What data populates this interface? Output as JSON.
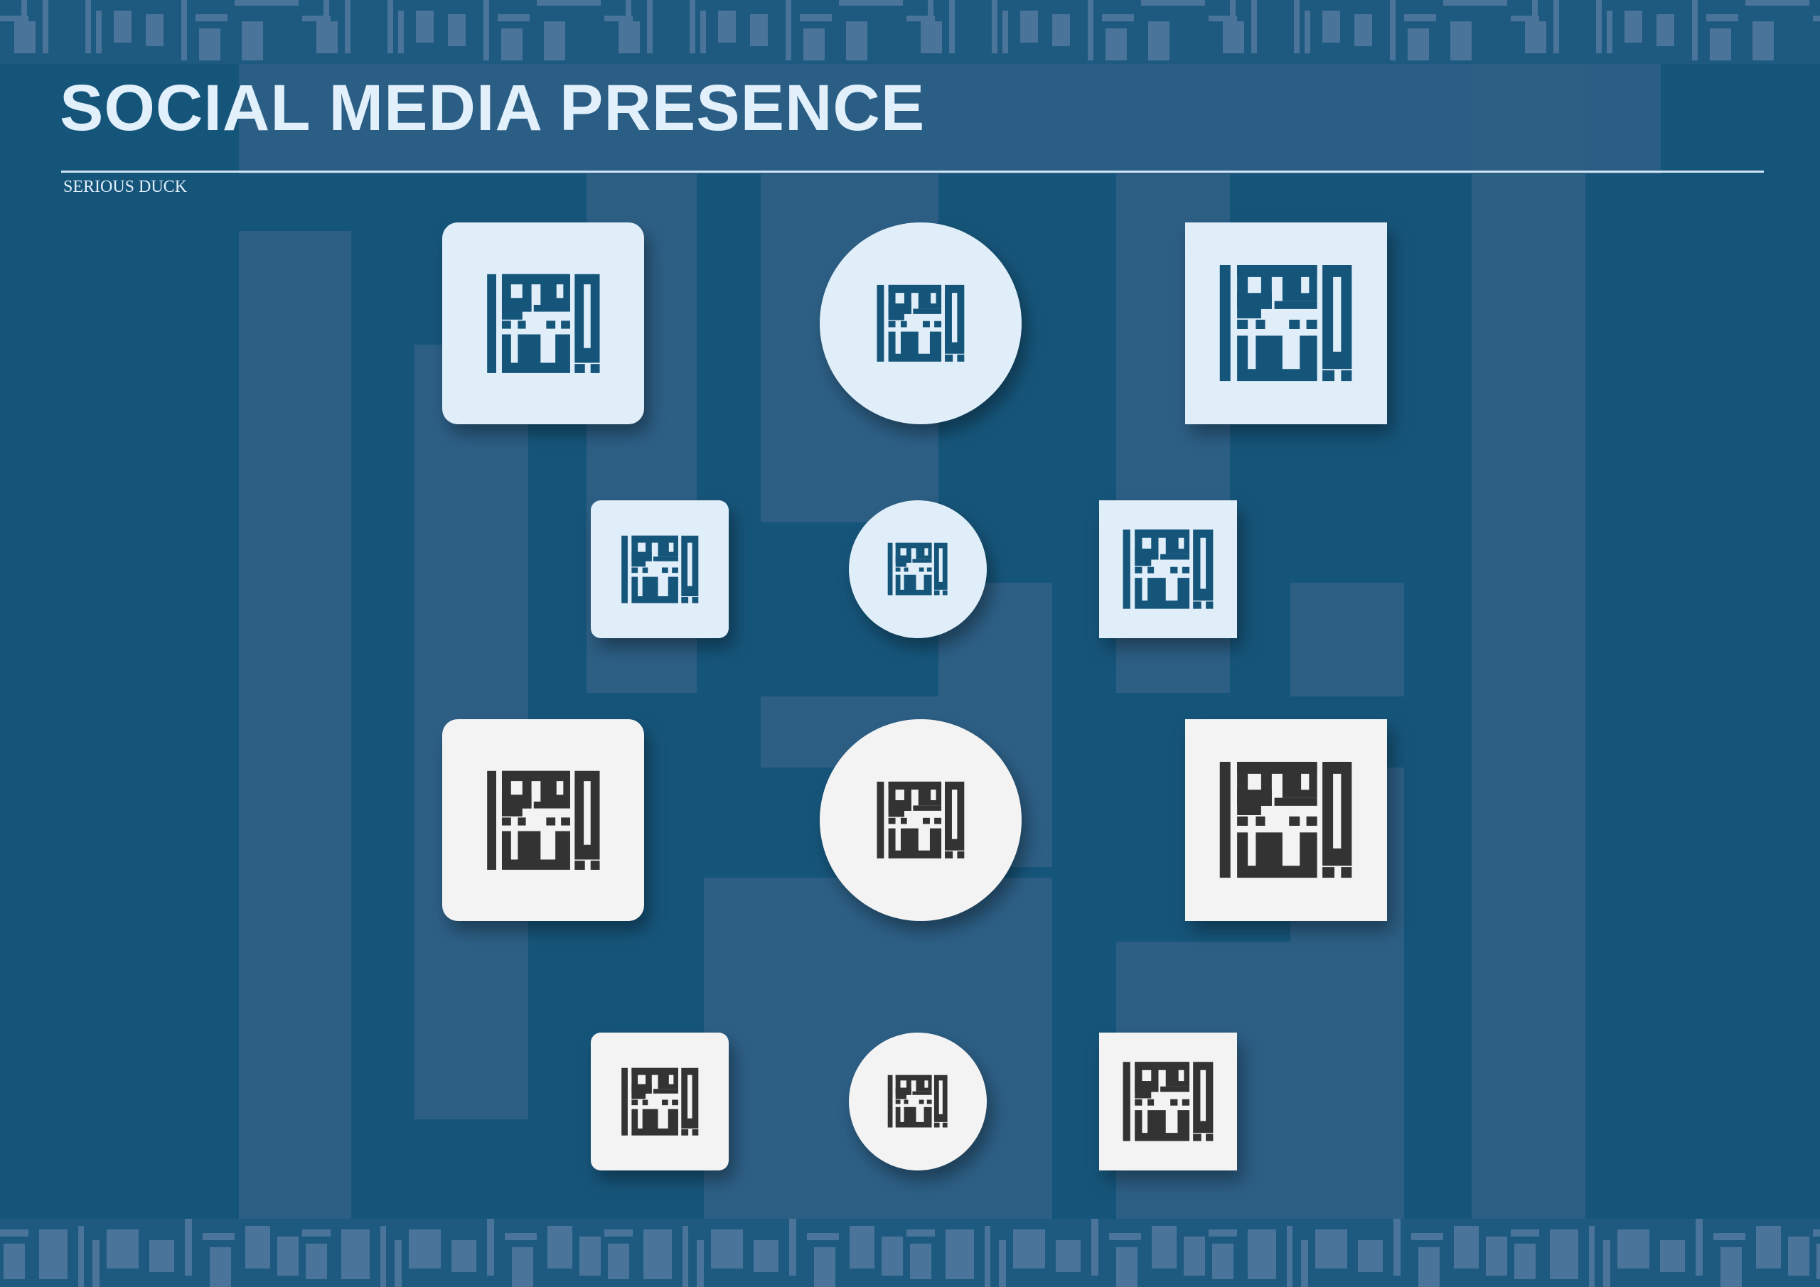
{
  "header": {
    "title": "SOCIAL MEDIA PRESENCE",
    "subtitle": "SERIOUS DUCK"
  },
  "colors": {
    "background": "#16557a",
    "accent_light": "#dfeef9",
    "neutral": "#f3f3f3",
    "icon_blue": "#16557a",
    "icon_dark": "#333333"
  },
  "icon_variants": [
    {
      "row": 1,
      "theme": "light",
      "size": "large",
      "shapes": [
        "rounded-square",
        "circle",
        "square"
      ]
    },
    {
      "row": 2,
      "theme": "light",
      "size": "small",
      "shapes": [
        "rounded-square",
        "circle",
        "square"
      ]
    },
    {
      "row": 3,
      "theme": "gray",
      "size": "large",
      "shapes": [
        "rounded-square",
        "circle",
        "square"
      ]
    },
    {
      "row": 4,
      "theme": "gray",
      "size": "small",
      "shapes": [
        "rounded-square",
        "circle",
        "square"
      ]
    }
  ]
}
